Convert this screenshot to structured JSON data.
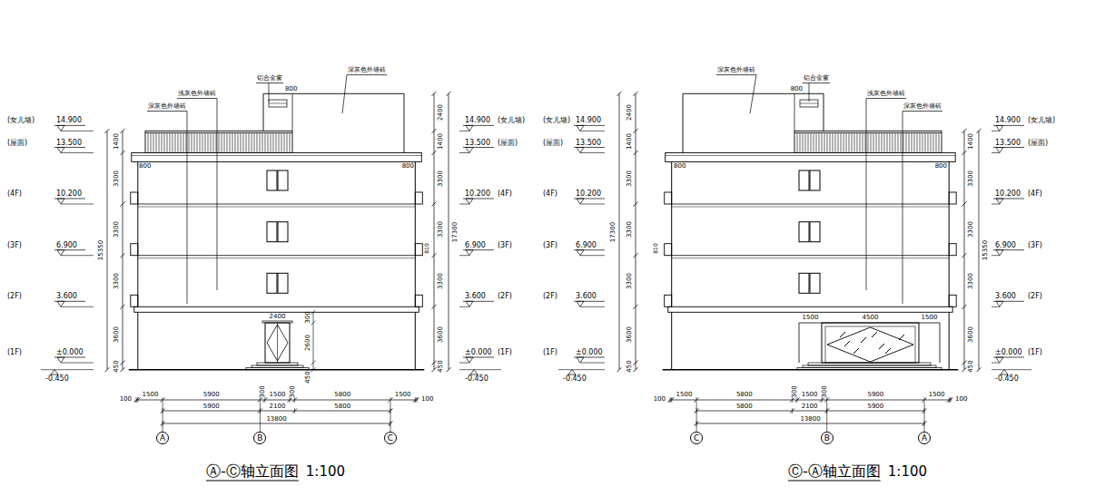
{
  "diagram": {
    "nodes": [
      {
        "text": [
          "A"
        ]
      },
      {
        "text": [
          "B"
        ]
      },
      {
        "text": [
          "C"
        ]
      },
      {
        "text": [
          "C"
        ]
      },
      {
        "text": [
          "B"
        ]
      },
      {
        "text": [
          "A"
        ]
      }
    ],
    "labels": [
      "(女儿墙)",
      "14.900",
      "(屋面)",
      "13.500",
      "(4F)",
      "10.200",
      "(3F)",
      "6.900",
      "(2F)",
      "3.600",
      "(1F)",
      "±0.000",
      "-0.450",
      "1400",
      "3300",
      "3300",
      "3300",
      "3600",
      "450",
      "15350",
      "2400",
      "1400",
      "3300",
      "3300",
      "3300",
      "3600",
      "450",
      "17300",
      "810",
      "14.900",
      "(女儿墙)",
      "13.500",
      "(屋面)",
      "10.200",
      "(4F)",
      "6.900",
      "(3F)",
      "3.600",
      "(2F)",
      "±0.000",
      "(1F)",
      "-0.450",
      "800",
      "800",
      "800",
      "2400",
      "300",
      "2600",
      "450",
      "100",
      "1500",
      "5900",
      "300",
      "1500",
      "300",
      "5800",
      "1500",
      "100",
      "5900",
      "2100",
      "5800",
      "13800",
      "深灰色外墙砖",
      "浅灰色外墙砖",
      "铝合金窗",
      "深灰色外墙砖",
      "Ⓐ-Ⓒ轴立面图",
      "1:100",
      "(女儿墙)",
      "14.900",
      "(屋面)",
      "13.500",
      "(4F)",
      "10.200",
      "(3F)",
      "6.900",
      "(2F)",
      "3.600",
      "(1F)",
      "±0.000",
      "-0.450",
      "2400",
      "1400",
      "3300",
      "3300",
      "3300",
      "3600",
      "450",
      "17300",
      "810",
      "1400",
      "3300",
      "3300",
      "3300",
      "3600",
      "450",
      "15350",
      "14.900",
      "(女儿墙)",
      "13.500",
      "(屋面)",
      "10.200",
      "(4F)",
      "6.900",
      "(3F)",
      "3.600",
      "(2F)",
      "±0.000",
      "(1F)",
      "-0.450",
      "800",
      "800",
      "800",
      "1500",
      "4500",
      "1500",
      "100",
      "1500",
      "5800",
      "300",
      "1500",
      "300",
      "5900",
      "1500",
      "100",
      "5800",
      "2100",
      "5900",
      "13800",
      "深灰色外墙砖",
      "铝合金窗",
      "浅灰色外墙砖",
      "深灰色外墙砖",
      "Ⓒ-Ⓐ轴立面图",
      "1:100"
    ]
  }
}
